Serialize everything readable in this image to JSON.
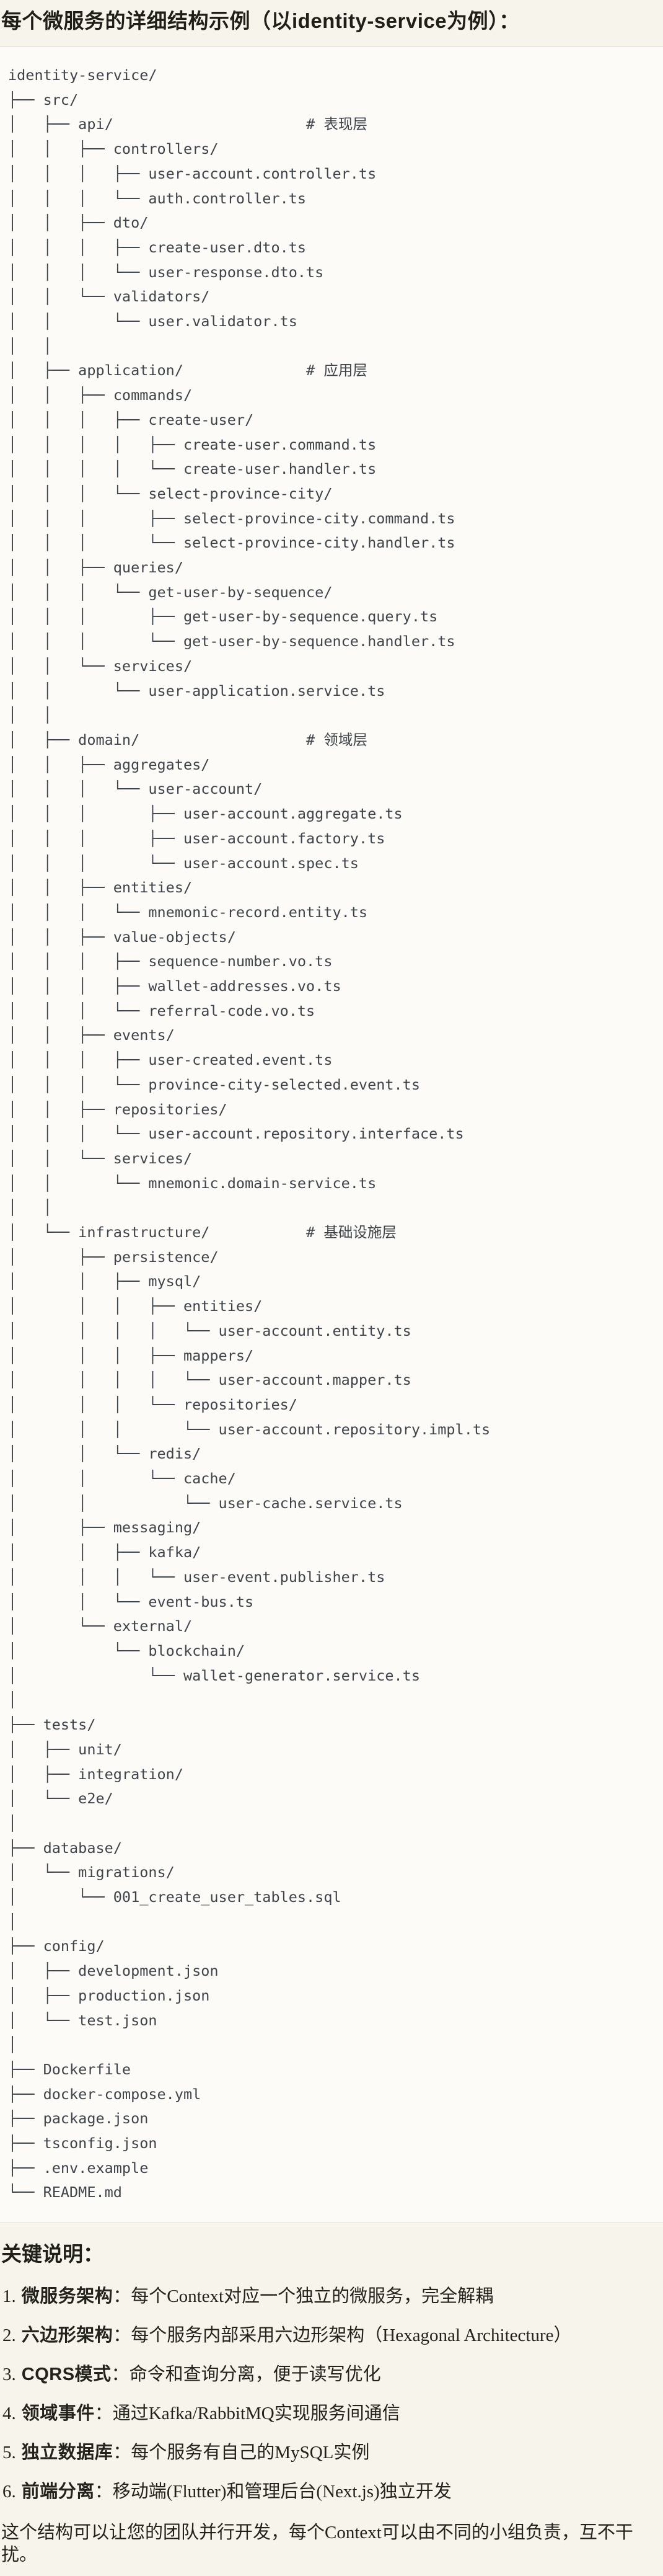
{
  "page": {
    "title": "每个微服务的详细结构示例（以identity-service为例）：",
    "notes_heading": "关键说明：",
    "closing": "这个结构可以让您的团队并行开发，每个Context可以由不同的小组负责，互不干扰。"
  },
  "colors": {
    "page_bg": "#F7F4EC",
    "code_bg": "#FCFBF8",
    "border": "#DCD8CC",
    "tree_text": "#3E444A",
    "body_text": "#23221C"
  },
  "tree": {
    "lines": [
      "identity-service/",
      "├── src/",
      "│   ├── api/                      # 表现层",
      "│   │   ├── controllers/",
      "│   │   │   ├── user-account.controller.ts",
      "│   │   │   └── auth.controller.ts",
      "│   │   ├── dto/",
      "│   │   │   ├── create-user.dto.ts",
      "│   │   │   └── user-response.dto.ts",
      "│   │   └── validators/",
      "│   │       └── user.validator.ts",
      "│   │",
      "│   ├── application/              # 应用层",
      "│   │   ├── commands/",
      "│   │   │   ├── create-user/",
      "│   │   │   │   ├── create-user.command.ts",
      "│   │   │   │   └── create-user.handler.ts",
      "│   │   │   └── select-province-city/",
      "│   │   │       ├── select-province-city.command.ts",
      "│   │   │       └── select-province-city.handler.ts",
      "│   │   ├── queries/",
      "│   │   │   └── get-user-by-sequence/",
      "│   │   │       ├── get-user-by-sequence.query.ts",
      "│   │   │       └── get-user-by-sequence.handler.ts",
      "│   │   └── services/",
      "│   │       └── user-application.service.ts",
      "│   │",
      "│   ├── domain/                   # 领域层",
      "│   │   ├── aggregates/",
      "│   │   │   └── user-account/",
      "│   │   │       ├── user-account.aggregate.ts",
      "│   │   │       ├── user-account.factory.ts",
      "│   │   │       └── user-account.spec.ts",
      "│   │   ├── entities/",
      "│   │   │   └── mnemonic-record.entity.ts",
      "│   │   ├── value-objects/",
      "│   │   │   ├── sequence-number.vo.ts",
      "│   │   │   ├── wallet-addresses.vo.ts",
      "│   │   │   └── referral-code.vo.ts",
      "│   │   ├── events/",
      "│   │   │   ├── user-created.event.ts",
      "│   │   │   └── province-city-selected.event.ts",
      "│   │   ├── repositories/",
      "│   │   │   └── user-account.repository.interface.ts",
      "│   │   └── services/",
      "│   │       └── mnemonic.domain-service.ts",
      "│   │",
      "│   └── infrastructure/           # 基础设施层",
      "│       ├── persistence/",
      "│       │   ├── mysql/",
      "│       │   │   ├── entities/",
      "│       │   │   │   └── user-account.entity.ts",
      "│       │   │   ├── mappers/",
      "│       │   │   │   └── user-account.mapper.ts",
      "│       │   │   └── repositories/",
      "│       │   │       └── user-account.repository.impl.ts",
      "│       │   └── redis/",
      "│       │       └── cache/",
      "│       │           └── user-cache.service.ts",
      "│       ├── messaging/",
      "│       │   ├── kafka/",
      "│       │   │   └── user-event.publisher.ts",
      "│       │   └── event-bus.ts",
      "│       └── external/",
      "│           └── blockchain/",
      "│               └── wallet-generator.service.ts",
      "│",
      "├── tests/",
      "│   ├── unit/",
      "│   ├── integration/",
      "│   └── e2e/",
      "│",
      "├── database/",
      "│   └── migrations/",
      "│       └── 001_create_user_tables.sql",
      "│",
      "├── config/",
      "│   ├── development.json",
      "│   ├── production.json",
      "│   └── test.json",
      "│",
      "├── Dockerfile",
      "├── docker-compose.yml",
      "├── package.json",
      "├── tsconfig.json",
      "├── .env.example",
      "└── README.md"
    ]
  },
  "notes": {
    "items": [
      {
        "num": "1.",
        "term": "微服务架构",
        "sep": "：",
        "desc": "每个Context对应一个独立的微服务，完全解耦"
      },
      {
        "num": "2.",
        "term": "六边形架构",
        "sep": "：",
        "desc": "每个服务内部采用六边形架构（Hexagonal Architecture）"
      },
      {
        "num": "3.",
        "term": "CQRS模式",
        "sep": "：",
        "desc": "命令和查询分离，便于读写优化"
      },
      {
        "num": "4.",
        "term": "领域事件",
        "sep": "：",
        "desc": "通过Kafka/RabbitMQ实现服务间通信"
      },
      {
        "num": "5.",
        "term": "独立数据库",
        "sep": "：",
        "desc": "每个服务有自己的MySQL实例"
      },
      {
        "num": "6.",
        "term": "前端分离",
        "sep": "：",
        "desc": "移动端(Flutter)和管理后台(Next.js)独立开发"
      }
    ]
  }
}
